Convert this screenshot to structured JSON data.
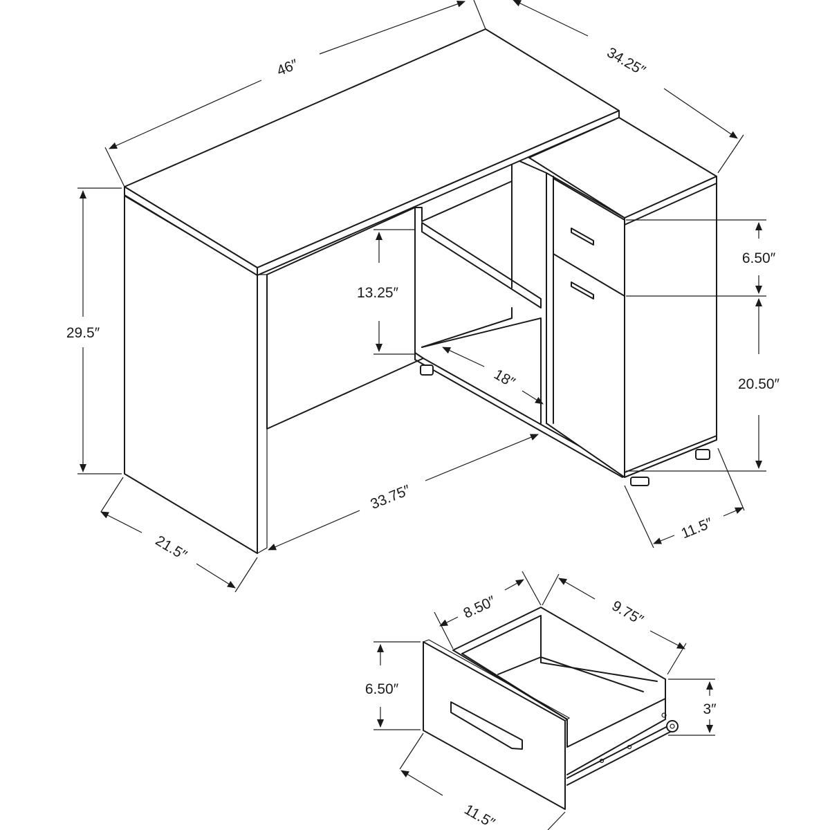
{
  "colors": {
    "ink": "#1a1a1a",
    "background": "#ffffff"
  },
  "dimensions": {
    "desk_width": "46″",
    "return_length": "34.25″",
    "desk_height": "29.5″",
    "desk_depth": "21.5″",
    "inner_width": "33.75″",
    "cabinet_depth": "11.5″",
    "shelf_height": "13.25″",
    "shelf_depth": "18″",
    "drawer_height": "6.50″",
    "door_height": "20.50″"
  },
  "drawer_detail": {
    "inner_width": "8.50″",
    "inner_depth": "9.75″",
    "front_height": "6.50″",
    "side_height": "3″",
    "front_width": "11.5″"
  }
}
